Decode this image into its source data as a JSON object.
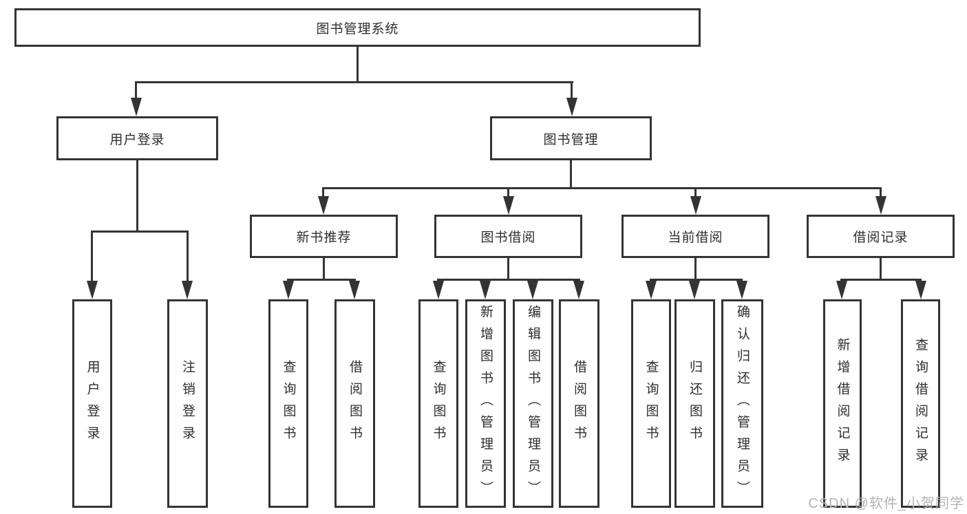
{
  "diagram": {
    "title": "图书管理系统",
    "colors": {
      "line": "#343434",
      "text": "#2d2d2d",
      "watermark": "#b3b3b3",
      "background": "#ffffff"
    },
    "root": "图书管理系统",
    "level2": {
      "user_login": "用户登录",
      "book_mgmt": "图书管理"
    },
    "level3": {
      "new_book_rec": "新书推荐",
      "book_borrow": "图书借阅",
      "current_borrow": "当前借阅",
      "borrow_records": "借阅记录"
    },
    "leaves": {
      "ul_login": "用户登录",
      "ul_logout": "注销登录",
      "nbr_query": "查询图书",
      "nbr_borrow": "借阅图书",
      "bb_query": "查询图书",
      "bb_add": "新增图书（管理员）",
      "bb_edit": "编辑图书（管理员）",
      "bb_borrow": "借阅图书",
      "cb_query": "查询图书",
      "cb_return": "归还图书",
      "cb_confirm": "确认归还（管理员）",
      "br_add": "新增借阅记录",
      "br_query": "查询借阅记录"
    }
  },
  "watermark": "CSDN @软件_小贺同学"
}
